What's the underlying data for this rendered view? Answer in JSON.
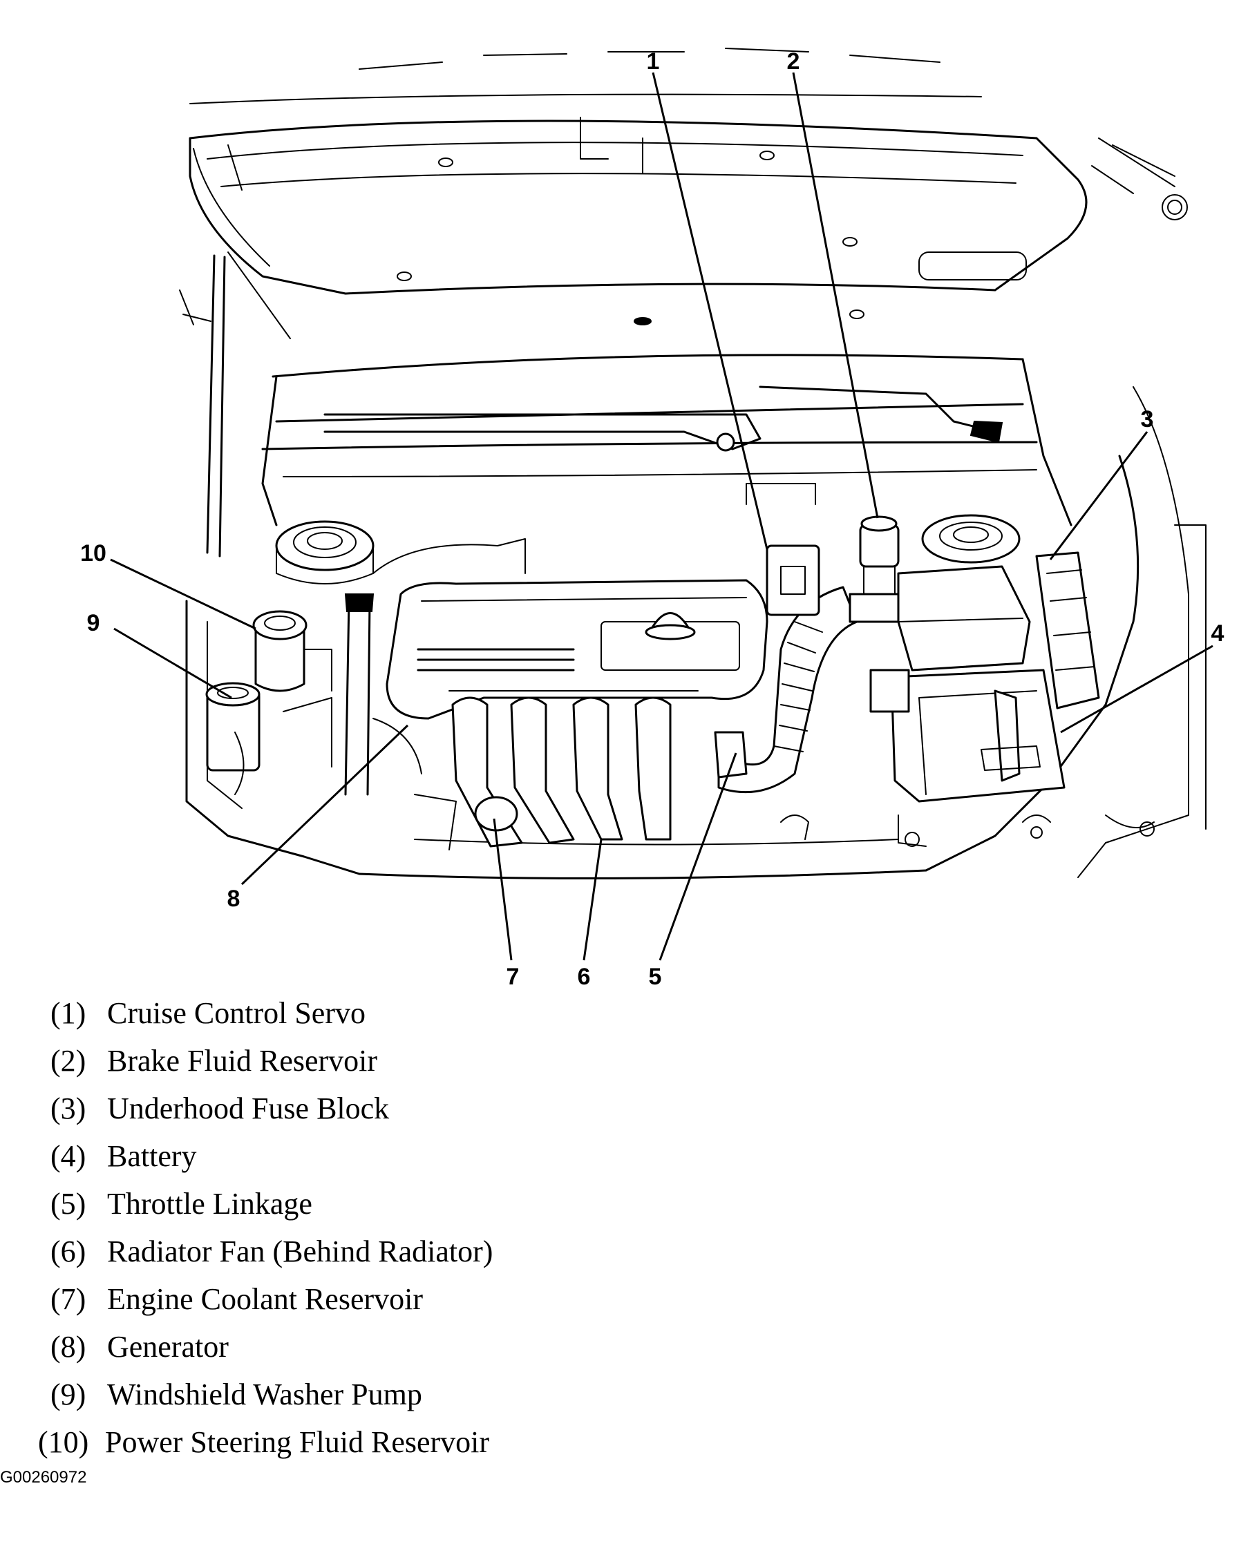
{
  "diagram": {
    "callouts": [
      "1",
      "2",
      "3",
      "4",
      "5",
      "6",
      "7",
      "8",
      "9",
      "10"
    ]
  },
  "legend": [
    {
      "number": "(1)",
      "label": "Cruise Control Servo"
    },
    {
      "number": "(2)",
      "label": "Brake Fluid Reservoir"
    },
    {
      "number": "(3)",
      "label": "Underhood Fuse Block"
    },
    {
      "number": "(4)",
      "label": "Battery"
    },
    {
      "number": "(5)",
      "label": "Throttle Linkage"
    },
    {
      "number": "(6)",
      "label": "Radiator Fan (Behind Radiator)"
    },
    {
      "number": "(7)",
      "label": "Engine Coolant Reservoir"
    },
    {
      "number": "(8)",
      "label": "Generator"
    },
    {
      "number": "(9)",
      "label": "Windshield Washer Pump"
    },
    {
      "number": "(10)",
      "label": "Power Steering Fluid Reservoir"
    }
  ],
  "figure_id": "G00260972"
}
